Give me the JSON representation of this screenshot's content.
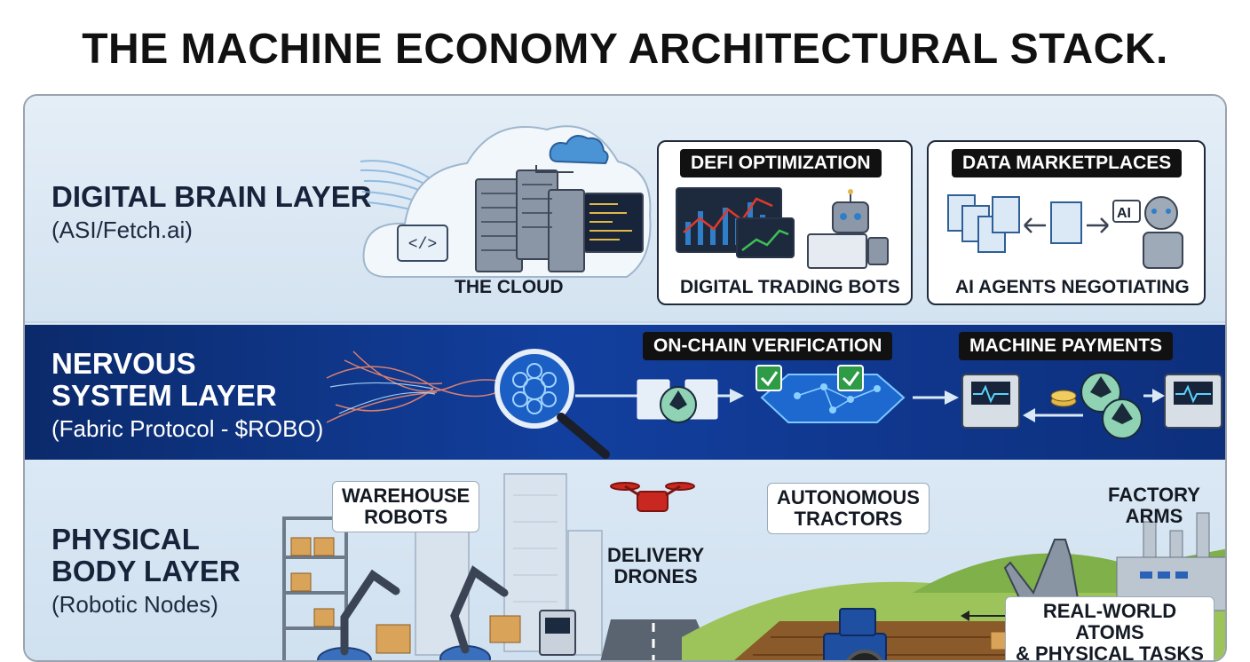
{
  "title": "THE MACHINE ECONOMY ARCHITECTURAL STACK.",
  "layers": [
    {
      "title": "DIGITAL BRAIN LAYER",
      "subtitle": "(ASI/Fetch.ai)"
    },
    {
      "title_line1": "NERVOUS",
      "title_line2": "SYSTEM LAYER",
      "subtitle": "(Fabric Protocol - $ROBO)"
    },
    {
      "title_line1": "PHYSICAL",
      "title_line2": "BODY LAYER",
      "subtitle": "(Robotic Nodes)"
    }
  ],
  "digital_brain": {
    "cloud_label": "THE CLOUD",
    "cards": [
      {
        "tag": "DEFI OPTIMIZATION",
        "caption": "DIGITAL TRADING BOTS"
      },
      {
        "tag": "DATA MARKETPLACES",
        "caption": "AI AGENTS NEGOTIATING"
      }
    ],
    "ai_badge": "AI"
  },
  "nervous_system": {
    "tags": [
      "ON-CHAIN VERIFICATION",
      "MACHINE PAYMENTS"
    ]
  },
  "physical_body": {
    "labels": {
      "warehouse_1": "WAREHOUSE",
      "warehouse_2": "ROBOTS",
      "drones_1": "DELIVERY",
      "drones_2": "DRONES",
      "tractors_1": "AUTONOMOUS",
      "tractors_2": "TRACTORS",
      "arms_1": "FACTORY",
      "arms_2": "ARMS",
      "atoms_1": "REAL-WORLD ATOMS",
      "atoms_2": "& PHYSICAL TASKS"
    }
  },
  "colors": {
    "nervous_band": "#123f9e",
    "brain_band": "#dce8f4",
    "accent_green": "#2e9b47",
    "drone_red": "#c8281f",
    "tractor_blue": "#1f4fa0"
  }
}
